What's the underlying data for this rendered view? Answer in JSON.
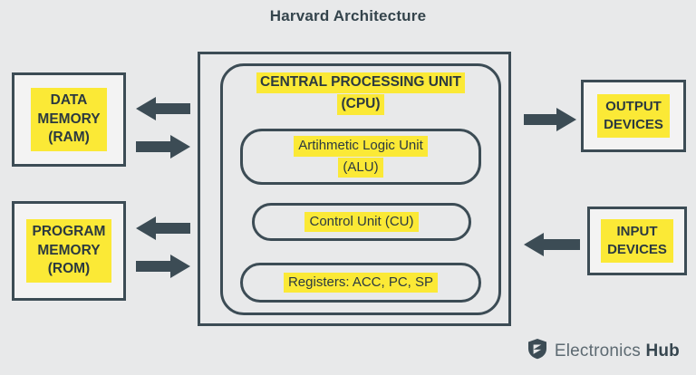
{
  "title": "Harvard Architecture",
  "theme": {
    "background": "#e8e9ea",
    "stroke": "#3c4c55",
    "highlight": "#fbe936",
    "text": "#2b3940",
    "box_fill": "#f3f3f3"
  },
  "peripherals": {
    "data_memory": {
      "label": "DATA\nMEMORY\n(RAM)"
    },
    "program_memory": {
      "label": "PROGRAM\nMEMORY\n(ROM)"
    },
    "output_devices": {
      "label": "OUTPUT\nDEVICES"
    },
    "input_devices": {
      "label": "INPUT\nDEVICES"
    }
  },
  "cpu": {
    "heading_line1": "CENTRAL PROCESSING UNIT",
    "heading_line2": "(CPU)",
    "blocks": [
      {
        "id": "alu",
        "line1": "Artihmetic Logic Unit",
        "line2": "(ALU)"
      },
      {
        "id": "control_unit",
        "line1": "Control Unit (CU)"
      },
      {
        "id": "registers",
        "line1": "Registers: ACC, PC, SP"
      }
    ]
  },
  "arrows": [
    {
      "id": "data-memory-read",
      "direction": "left",
      "from": "cpu",
      "to": "data_memory"
    },
    {
      "id": "data-memory-write",
      "direction": "right",
      "from": "data_memory",
      "to": "cpu"
    },
    {
      "id": "program-memory-read",
      "direction": "left",
      "from": "cpu",
      "to": "program_memory"
    },
    {
      "id": "program-memory-write",
      "direction": "right",
      "from": "program_memory",
      "to": "cpu"
    },
    {
      "id": "cpu-to-output",
      "direction": "right",
      "from": "cpu",
      "to": "output_devices"
    },
    {
      "id": "input-to-cpu",
      "direction": "left",
      "from": "input_devices",
      "to": "cpu"
    }
  ],
  "watermark": {
    "name_light": "Electronics ",
    "name_bold": "Hub",
    "icon": "shield-icon"
  }
}
